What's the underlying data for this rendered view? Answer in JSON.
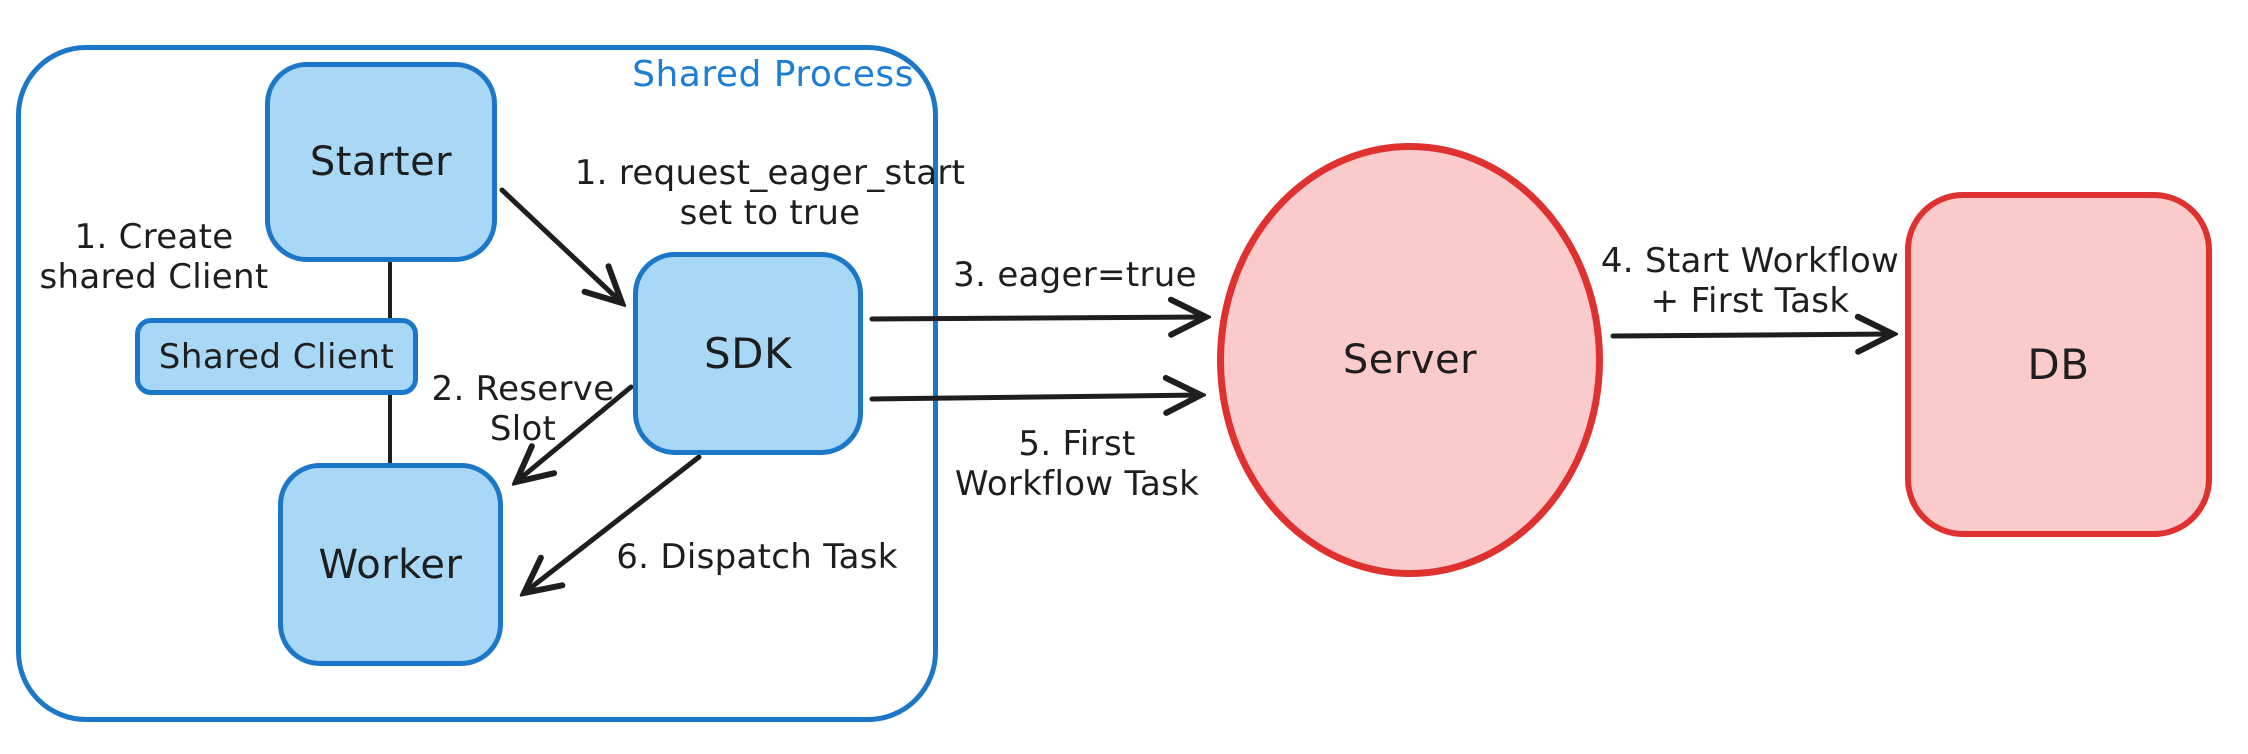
{
  "diagram": {
    "container_label": "Shared Process",
    "colors": {
      "blue_stroke": "#1d77c9",
      "blue_fill": "#a9d8f7",
      "red_stroke": "#e03131",
      "red_fill": "#fbcbcb",
      "label_blue": "#1c7ed6",
      "ink": "#1e1e1e"
    },
    "nodes": [
      {
        "id": "starter",
        "label": "Starter"
      },
      {
        "id": "shared-client",
        "label": "Shared Client"
      },
      {
        "id": "worker",
        "label": "Worker"
      },
      {
        "id": "sdk",
        "label": "SDK"
      },
      {
        "id": "server",
        "label": "Server"
      },
      {
        "id": "db",
        "label": "DB"
      }
    ],
    "annotations": [
      {
        "id": "create-shared-client",
        "lines": [
          "1. Create",
          "shared Client"
        ]
      },
      {
        "id": "request-eager-start",
        "lines": [
          "1. request_eager_start",
          "set to true"
        ]
      },
      {
        "id": "reserve-slot",
        "lines": [
          "2. Reserve",
          "Slot"
        ]
      },
      {
        "id": "eager-true",
        "lines": [
          "3. eager=true"
        ]
      },
      {
        "id": "first-workflow-task",
        "lines": [
          "5. First",
          "Workflow Task"
        ]
      },
      {
        "id": "dispatch-task",
        "lines": [
          "6. Dispatch Task"
        ]
      },
      {
        "id": "start-workflow",
        "lines": [
          "4. Start Workflow",
          "+ First Task"
        ]
      }
    ]
  }
}
